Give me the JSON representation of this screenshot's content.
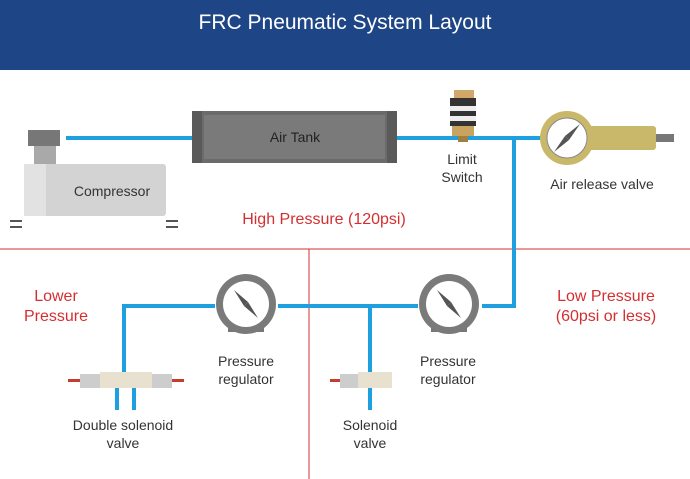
{
  "title": "FRC Pneumatic System Layout",
  "colors": {
    "header": "#1e4585",
    "tubing": "#1ea0e0",
    "zone_divider": "#d42f30",
    "zone_label": "#d42f30",
    "tank": "#6b6b6b",
    "compressor": "#c9c9c9",
    "release_valve": "#c9b86a",
    "gauge": "#7a7a7a"
  },
  "components": {
    "compressor": "Compressor",
    "air_tank": "Air Tank",
    "limit_switch": [
      "Limit",
      "Switch"
    ],
    "air_release_valve": "Air release valve",
    "pressure_regulator_left": [
      "Pressure",
      "regulator"
    ],
    "pressure_regulator_right": [
      "Pressure",
      "regulator"
    ],
    "double_solenoid_valve": [
      "Double solenoid",
      "valve"
    ],
    "solenoid_valve": [
      "Solenoid",
      "valve"
    ]
  },
  "zones": {
    "high_pressure": "High Pressure (120psi)",
    "lower_pressure": [
      "Lower",
      "Pressure"
    ],
    "low_pressure": [
      "Low Pressure",
      "(60psi or less)"
    ]
  }
}
